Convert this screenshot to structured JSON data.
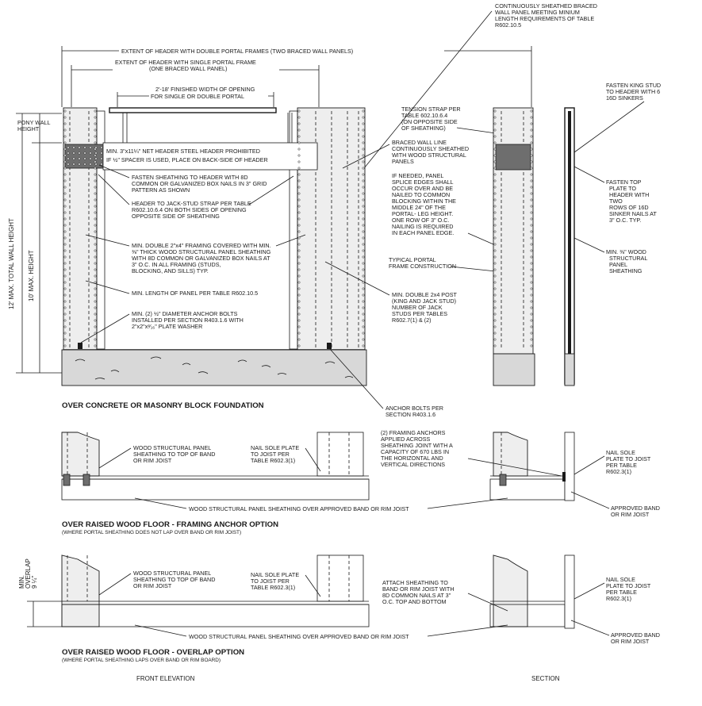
{
  "top_labels": {
    "continuous_panel": [
      "CONTINUOUSLY SHEATHED BRACED",
      "WALL PANEL MEETING MINIUM",
      "LENGTH REQUIREMENTS OF TABLE",
      "R602.10.5"
    ],
    "double_portal": "EXTENT OF HEADER WITH DOUBLE PORTAL FRAMES (TWO BRACED WALL PANELS)",
    "single_portal": [
      "EXTENT OF HEADER WITH SINGLE PORTAL FRAME",
      "(ONE BRACED WALL PANEL)"
    ],
    "opening": [
      "2'-18' FINISHED WIDTH OF OPENING",
      "FOR SINGLE OR DOUBLE PORTAL"
    ]
  },
  "dimensions": {
    "pony_wall": [
      "PONY WALL",
      "HEIGHT"
    ],
    "total_height": "12' MAX. TOTAL WALL HEIGHT",
    "max_height": "10' MAX.  HEIGHT",
    "overlap": [
      "MIN.",
      "OVERLAP",
      "9 ¼\""
    ]
  },
  "front_notes": {
    "header": [
      "MIN. 3\"x11¼\" NET HEADER STEEL HEADER PROHIBITED",
      "IF ½\" SPACER IS USED, PLACE ON BACK-SIDE OF HEADER"
    ],
    "fasten_sheathing": [
      "FASTEN SHEATHING TO HEADER WITH 8D",
      "COMMON OR GALVANIZED BOX NAILS IN 3\" GRID",
      "PATTERN AS SHOWN"
    ],
    "jack_strap": [
      "HEADER TO JACK-STUD STRAP PER TABLE",
      "R602.10.6.4 ON BOTH SIDES OF OPENING",
      "OPPOSITE SIDE OF SHEATHING"
    ],
    "double_framing": [
      "MIN. DOUBLE 2\"x4\" FRAMING COVERED WITH MIN.",
      "⅜\" THICK WOOD STRUCTURAL PANEL SHEATHING",
      "WITH 8D COMMON OR GALVANIZED BOX NAILS AT",
      "3\" O.C. IN ALL FRAMING (STUDS,",
      "BLOCKING, AND SILLS) TYP."
    ],
    "min_length": "MIN. LENGTH OF PANEL PER TABLE R602.10.5",
    "anchor_bolts": [
      "MIN. (2) ½\" DIAMETER ANCHOR BOLTS",
      "INSTALLED PER SECTION R403.1.6 WITH",
      "2\"x2\"x³⁄₁₆\" PLATE WASHER"
    ]
  },
  "mid_notes": {
    "tension_strap": [
      "TENSION STRAP PER",
      "TABLE 602.10.6.4",
      "(ON OPPOSITE SIDE",
      "OF SHEATHING)"
    ],
    "braced_line": [
      "BRACED WALL LINE",
      "CONTINUOUSLY SHEATHED",
      "WITH WOOD STRUCTURAL",
      "PANELS"
    ],
    "splice": [
      "IF NEEDED, PANEL",
      "SPLICE EDGES SHALL",
      "OCCUR OVER AND BE",
      "NAILED TO COMMON",
      "BLOCKING WITHIN THE",
      "MIDDLE 24\" OF THE",
      "PORTAL- LEG HEIGHT.",
      "ONE ROW OF 3\" O.C.",
      "NAILING IS REQUIRED",
      "IN EACH PANEL EDGE."
    ],
    "typical": [
      "TYPICAL PORTAL",
      "FRAME CONSTRUCTION"
    ],
    "double_post": [
      "MIN. DOUBLE 2x4 POST",
      "(KING AND JACK STUD)",
      "NUMBER OF JACK",
      "STUDS PER TABLES",
      "R602.7(1) & (2)"
    ],
    "anchor_section": [
      "ANCHOR BOLTS PER",
      "SECTION R403.1.6"
    ]
  },
  "side_notes": {
    "fasten_king": [
      "FASTEN KING STUD",
      "TO HEADER WITH 6",
      "16D SINKERS"
    ],
    "fasten_top": [
      "FASTEN TOP",
      "PLATE TO",
      "HEADER WITH",
      "TWO",
      "ROWS OF 16D",
      "SINKER NAILS AT",
      "3\" O.C. TYP."
    ],
    "wood_sheathing": [
      "MIN. ⅜\" WOOD",
      "STRUCTURAL",
      "PANEL",
      "SHEATHING"
    ]
  },
  "sections": {
    "concrete": "OVER CONCRETE OR MASONRY BLOCK FOUNDATION",
    "anchor": {
      "title": "OVER RAISED WOOD FLOOR - FRAMING ANCHOR OPTION",
      "subtitle": "(WHERE PORTAL SHEATHING DOES NOT LAP OVER BAND OR RIM JOIST)"
    },
    "overlap": {
      "title": "OVER RAISED WOOD FLOOR - OVERLAP OPTION",
      "subtitle": "(WHERE PORTAL SHEATHING LAPS OVER BAND OR RIM BOARD)"
    }
  },
  "floor_notes": {
    "wsp_top_band": [
      "WOOD STRUCTURAL PANEL",
      "SHEATHING TO TOP OF BAND",
      "OR RIM JOIST"
    ],
    "nail_sole": [
      "NAIL SOLE PLATE",
      "TO JOIST PER",
      "TABLE R602.3(1)"
    ],
    "framing_anchors": [
      "(2) FRAMING ANCHORS",
      "APPLIED ACROSS",
      "SHEATHING JOINT WITH A",
      "CAPACITY OF 670 LBS IN",
      "THE HORIZONTAL AND",
      "VERTICAL DIRECTIONS"
    ],
    "wsp_over_band": "WOOD STRUCTURAL PANEL SHEATHING OVER APPROVED BAND OR RIM JOIST",
    "nail_sole_section": [
      "NAIL SOLE",
      "PLATE TO JOIST",
      "PER TABLE",
      "R602.3(1)"
    ],
    "approved_band": [
      "APPROVED BAND",
      "OR RIM JOIST"
    ],
    "attach_sheathing": [
      "ATTACH SHEATHING TO",
      "BAND OR RIM JOIST WITH",
      "8D COMMON NAILS AT 3\"",
      "O.C. TOP AND BOTTOM"
    ]
  },
  "captions": {
    "front": "FRONT ELEVATION",
    "section": "SECTION"
  }
}
